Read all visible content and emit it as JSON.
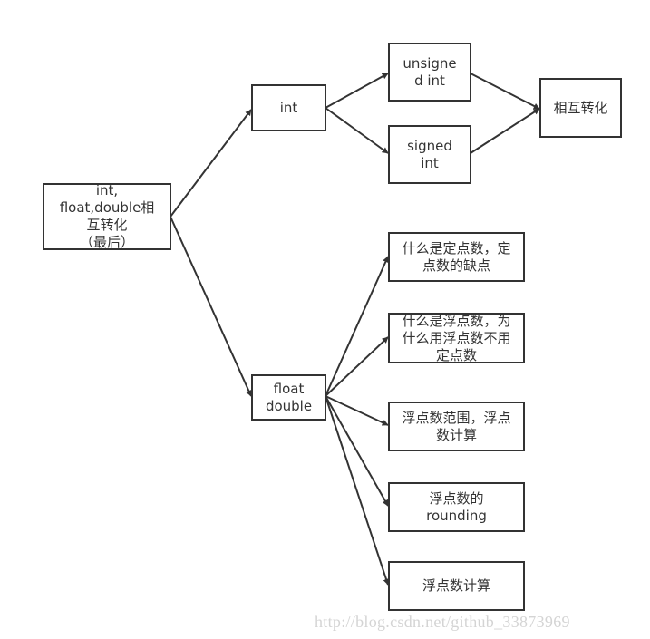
{
  "diagram": {
    "type": "flowchart",
    "colors": {
      "stroke": "#333333",
      "text": "#333333",
      "background": "#ffffff",
      "watermark": "#d4d4d4"
    },
    "nodes": {
      "root": {
        "label": "int,\nfloat,double相\n互转化\n（最后）"
      },
      "int": {
        "label": "int"
      },
      "unsigned_int": {
        "label": "unsigne\nd int"
      },
      "signed_int": {
        "label": "signed\nint"
      },
      "mutual_conversion": {
        "label": "相互转化"
      },
      "float_double": {
        "label": "float\ndouble"
      },
      "fixed_point": {
        "label": "什么是定点数，定\n点数的缺点"
      },
      "floating_point": {
        "label": "什么是浮点数，为\n什么用浮点数不用\n定点数"
      },
      "float_range": {
        "label": "浮点数范围，浮点\n数计算"
      },
      "float_rounding": {
        "label": "浮点数的\nrounding"
      },
      "float_calc": {
        "label": "浮点数计算"
      }
    },
    "edges": [
      {
        "from": "root",
        "to": "int"
      },
      {
        "from": "root",
        "to": "float_double"
      },
      {
        "from": "int",
        "to": "unsigned_int"
      },
      {
        "from": "int",
        "to": "signed_int"
      },
      {
        "from": "unsigned_int",
        "to": "mutual_conversion"
      },
      {
        "from": "signed_int",
        "to": "mutual_conversion"
      },
      {
        "from": "float_double",
        "to": "fixed_point"
      },
      {
        "from": "float_double",
        "to": "floating_point"
      },
      {
        "from": "float_double",
        "to": "float_range"
      },
      {
        "from": "float_double",
        "to": "float_rounding"
      },
      {
        "from": "float_double",
        "to": "float_calc"
      }
    ]
  },
  "watermark": "http://blog.csdn.net/github_33873969"
}
